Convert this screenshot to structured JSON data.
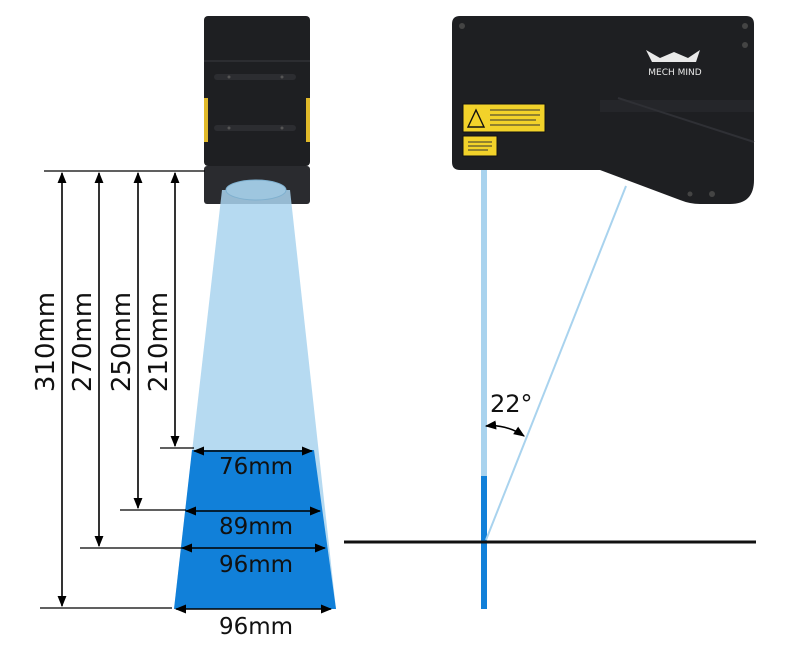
{
  "brand": {
    "logo_text": "MECH MIND"
  },
  "colors": {
    "body": "#1e1f22",
    "body_edge": "#2c2d31",
    "accent_yellow": "#e0b92a",
    "beam_light": "#a9d3ee",
    "beam_dark": "#1180d9",
    "baseline": "#111111",
    "label_yellow": "#f2d22a"
  },
  "vertical_dims": [
    {
      "label": "310mm"
    },
    {
      "label": "270mm"
    },
    {
      "label": "250mm"
    },
    {
      "label": "210mm"
    }
  ],
  "width_dims": [
    {
      "label": "76mm"
    },
    {
      "label": "89mm"
    },
    {
      "label": "96mm"
    },
    {
      "label": "96mm"
    }
  ],
  "angle": {
    "label": "22°"
  }
}
